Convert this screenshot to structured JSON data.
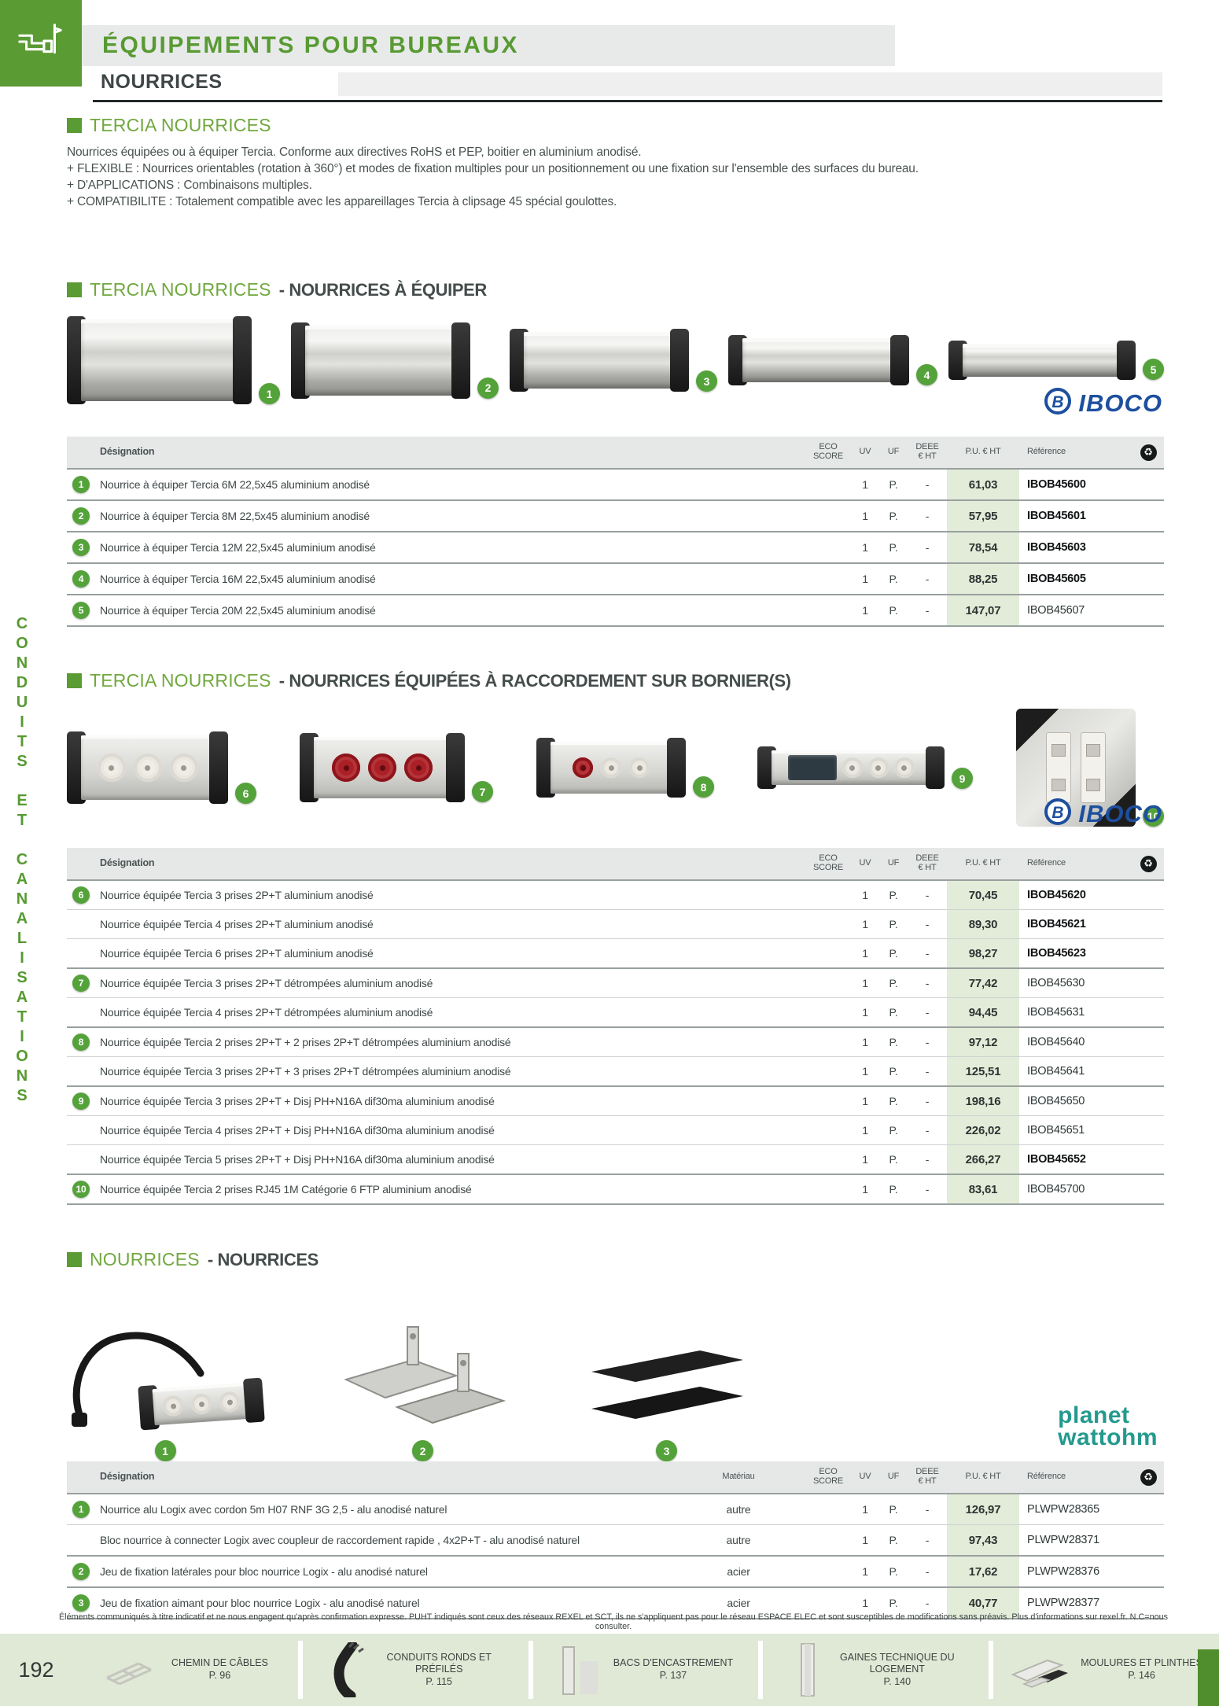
{
  "meta": {
    "page_number": "192"
  },
  "colors": {
    "green": "#5a9b33",
    "badge_green": "#54a23a",
    "iboco_blue": "#1d4f9e",
    "planet_teal": "#239a8d",
    "pu_column": "#e2ecd8",
    "footer_green": "#e0e9d5"
  },
  "header": {
    "title": "ÉQUIPEMENTS POUR BUREAUX",
    "section": "NOURRICES",
    "sidebar_vertical": "CONDUITS ET CANALISATIONS"
  },
  "intro": {
    "heading": "TERCIA NOURRICES",
    "description": [
      "Nourrices équipées ou à équiper Tercia. Conforme aux directives RoHS et PEP, boitier en aluminium anodisé.",
      "+ FLEXIBLE : Nourrices orientables (rotation à 360°) et modes de fixation multiples pour un positionnement ou une fixation sur l'ensemble des surfaces du bureau.",
      "+ D'APPLICATIONS : Combinaisons multiples.",
      "+ COMPATIBILITE : Totalement compatible avec les appareillages Tercia à clipsage 45 spécial goulottes."
    ]
  },
  "brands": {
    "iboco": "IBOCO",
    "planet_line1": "planet",
    "planet_line2": "wattohm"
  },
  "table_headers": {
    "designation": "Désignation",
    "materiau": "Matériau",
    "eco_line1": "ECO",
    "eco_line2": "SCORE",
    "uv": "UV",
    "uf": "UF",
    "deee_line1": "DEEE",
    "deee_line2": "€ HT",
    "pu": "P.U. € HT",
    "ref": "Référence",
    "recycle": "♻"
  },
  "sections": [
    {
      "name": "TERCIA NOURRICES",
      "subtitle": "- NOURRICES À ÉQUIPER",
      "products": [
        {
          "num": "1"
        },
        {
          "num": "2"
        },
        {
          "num": "3"
        },
        {
          "num": "4"
        },
        {
          "num": "5"
        }
      ],
      "table": {
        "has_materiau": false,
        "rows": [
          {
            "num": "1",
            "designation": "Nourrice à équiper Tercia 6M 22,5x45 aluminium anodisé",
            "uv": "1",
            "uf": "P.",
            "deee": "-",
            "pu": "61,03",
            "ref": "IBOB45600",
            "bold": true
          },
          {
            "num": "2",
            "designation": "Nourrice à équiper Tercia 8M 22,5x45 aluminium anodisé",
            "uv": "1",
            "uf": "P.",
            "deee": "-",
            "pu": "57,95",
            "ref": "IBOB45601",
            "bold": true
          },
          {
            "num": "3",
            "designation": "Nourrice à équiper Tercia 12M 22,5x45 aluminium anodisé",
            "uv": "1",
            "uf": "P.",
            "deee": "-",
            "pu": "78,54",
            "ref": "IBOB45603",
            "bold": true
          },
          {
            "num": "4",
            "designation": "Nourrice à équiper Tercia 16M 22,5x45 aluminium anodisé",
            "uv": "1",
            "uf": "P.",
            "deee": "-",
            "pu": "88,25",
            "ref": "IBOB45605",
            "bold": true
          },
          {
            "num": "5",
            "designation": "Nourrice à équiper Tercia 20M 22,5x45 aluminium anodisé",
            "uv": "1",
            "uf": "P.",
            "deee": "-",
            "pu": "147,07",
            "ref": "IBOB45607",
            "bold": false
          }
        ]
      }
    },
    {
      "name": "TERCIA NOURRICES",
      "subtitle": "- NOURRICES ÉQUIPÉES À RACCORDEMENT SUR BORNIER(S)",
      "products": [
        {
          "num": "6"
        },
        {
          "num": "7"
        },
        {
          "num": "8"
        },
        {
          "num": "9"
        },
        {
          "num": "10"
        }
      ],
      "table": {
        "has_materiau": false,
        "rows": [
          {
            "num": "6",
            "designation": "Nourrice équipée Tercia 3 prises 2P+T aluminium anodisé",
            "uv": "1",
            "uf": "P.",
            "deee": "-",
            "pu": "70,45",
            "ref": "IBOB45620",
            "bold": true
          },
          {
            "num": "",
            "designation": "Nourrice équipée Tercia 4 prises 2P+T aluminium anodisé",
            "uv": "1",
            "uf": "P.",
            "deee": "-",
            "pu": "89,30",
            "ref": "IBOB45621",
            "bold": true
          },
          {
            "num": "",
            "designation": "Nourrice équipée Tercia 6 prises 2P+T aluminium anodisé",
            "uv": "1",
            "uf": "P.",
            "deee": "-",
            "pu": "98,27",
            "ref": "IBOB45623",
            "bold": true
          },
          {
            "num": "7",
            "designation": "Nourrice équipée Tercia 3 prises 2P+T détrompées aluminium anodisé",
            "uv": "1",
            "uf": "P.",
            "deee": "-",
            "pu": "77,42",
            "ref": "IBOB45630",
            "bold": false
          },
          {
            "num": "",
            "designation": "Nourrice équipée Tercia 4 prises 2P+T détrompées aluminium anodisé",
            "uv": "1",
            "uf": "P.",
            "deee": "-",
            "pu": "94,45",
            "ref": "IBOB45631",
            "bold": false
          },
          {
            "num": "8",
            "designation": "Nourrice équipée Tercia 2 prises 2P+T + 2 prises 2P+T détrompées aluminium anodisé",
            "uv": "1",
            "uf": "P.",
            "deee": "-",
            "pu": "97,12",
            "ref": "IBOB45640",
            "bold": false
          },
          {
            "num": "",
            "designation": "Nourrice équipée Tercia 3 prises 2P+T + 3 prises 2P+T détrompées aluminium anodisé",
            "uv": "1",
            "uf": "P.",
            "deee": "-",
            "pu": "125,51",
            "ref": "IBOB45641",
            "bold": false
          },
          {
            "num": "9",
            "designation": "Nourrice équipée Tercia 3 prises 2P+T + Disj PH+N16A dif30ma aluminium anodisé",
            "uv": "1",
            "uf": "P.",
            "deee": "-",
            "pu": "198,16",
            "ref": "IBOB45650",
            "bold": false
          },
          {
            "num": "",
            "designation": "Nourrice équipée Tercia 4 prises 2P+T + Disj PH+N16A dif30ma aluminium anodisé",
            "uv": "1",
            "uf": "P.",
            "deee": "-",
            "pu": "226,02",
            "ref": "IBOB45651",
            "bold": false
          },
          {
            "num": "",
            "designation": "Nourrice équipée Tercia 5 prises 2P+T + Disj PH+N16A dif30ma aluminium anodisé",
            "uv": "1",
            "uf": "P.",
            "deee": "-",
            "pu": "266,27",
            "ref": "IBOB45652",
            "bold": true
          },
          {
            "num": "10",
            "designation": "Nourrice équipée Tercia 2 prises RJ45 1M Catégorie 6 FTP aluminium anodisé",
            "uv": "1",
            "uf": "P.",
            "deee": "-",
            "pu": "83,61",
            "ref": "IBOB45700",
            "bold": false
          }
        ]
      }
    },
    {
      "name": "NOURRICES",
      "subtitle": "- NOURRICES",
      "products": [
        {
          "num": "1"
        },
        {
          "num": "2"
        },
        {
          "num": "3"
        }
      ],
      "table": {
        "has_materiau": true,
        "rows": [
          {
            "num": "1",
            "designation": "Nourrice alu Logix avec cordon 5m H07 RNF 3G 2,5 - alu anodisé naturel",
            "materiau": "autre",
            "uv": "1",
            "uf": "P.",
            "deee": "-",
            "pu": "126,97",
            "ref": "PLWPW28365",
            "bold": false
          },
          {
            "num": "",
            "designation": "Bloc nourrice à connecter Logix avec coupleur de raccordement rapide , 4x2P+T - alu anodisé naturel",
            "materiau": "autre",
            "uv": "1",
            "uf": "P.",
            "deee": "-",
            "pu": "97,43",
            "ref": "PLWPW28371",
            "bold": false
          },
          {
            "num": "2",
            "designation": "Jeu de fixation latérales pour bloc nourrice Logix - alu anodisé naturel",
            "materiau": "acier",
            "uv": "1",
            "uf": "P.",
            "deee": "-",
            "pu": "17,62",
            "ref": "PLWPW28376",
            "bold": false
          },
          {
            "num": "3",
            "designation": "Jeu de fixation aimant pour bloc nourrice Logix - alu anodisé naturel",
            "materiau": "acier",
            "uv": "1",
            "uf": "P.",
            "deee": "-",
            "pu": "40,77",
            "ref": "PLWPW28377",
            "bold": false
          }
        ]
      }
    }
  ],
  "footnote": "Éléments communiqués à titre indicatif et ne nous engagent qu'après confirmation expresse. PUHT indiqués sont ceux des réseaux REXEL et SCT, ils ne s'appliquent pas pour le réseau ESPACE ELEC et sont susceptibles de modifications sans préavis. Plus d'informations sur rexel.fr. N.C=nous consulter.",
  "footer": {
    "items": [
      {
        "label": "CHEMIN DE CÂBLES",
        "page": "P. 96"
      },
      {
        "label": "CONDUITS RONDS ET PRÉFILÉS",
        "page": "P. 115"
      },
      {
        "label": "BACS D'ENCASTREMENT",
        "page": "P. 137"
      },
      {
        "label": "GAINES TECHNIQUE DU LOGEMENT",
        "page": "P. 140"
      },
      {
        "label": "MOULURES ET PLINTHES",
        "page": "P. 146"
      }
    ]
  }
}
